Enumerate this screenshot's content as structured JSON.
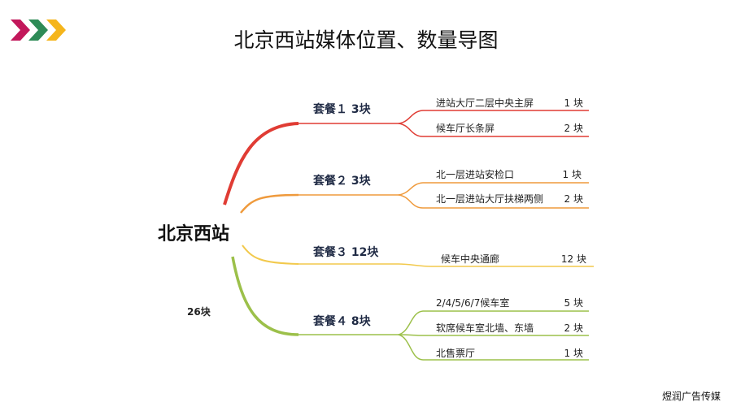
{
  "title": "北京西站媒体位置、数量导图",
  "root": {
    "label": "北京西站",
    "total": "26块"
  },
  "packages": [
    {
      "label": "套餐１  3块",
      "color": "#e03c34",
      "items": [
        {
          "name": "进站大厅二层中央主屏",
          "count": "1 块"
        },
        {
          "name": "候车厅长条屏",
          "count": "2 块"
        }
      ]
    },
    {
      "label": "套餐２  3块",
      "color": "#ef9a3c",
      "items": [
        {
          "name": "北一层进站安检口",
          "count": "1 块"
        },
        {
          "name": "北一层进站大厅扶梯两侧",
          "count": "2 块"
        }
      ]
    },
    {
      "label": "套餐３  12块",
      "color": "#f2c94c",
      "items": [
        {
          "name": "候车中央通廊",
          "count": "12 块"
        }
      ]
    },
    {
      "label": "套餐４  8块",
      "color": "#9cc04a",
      "items": [
        {
          "name": "2/4/5/6/7候车室",
          "count": "5 块"
        },
        {
          "name": "软席候车室北墙、东墙",
          "count": "2 块"
        },
        {
          "name": "北售票厅",
          "count": "1 块"
        }
      ]
    }
  ],
  "footer": "煜润广告传媒",
  "logo": {
    "chevron_colors": [
      "#c2185b",
      "#2e8b57",
      "#f5b51b"
    ]
  }
}
